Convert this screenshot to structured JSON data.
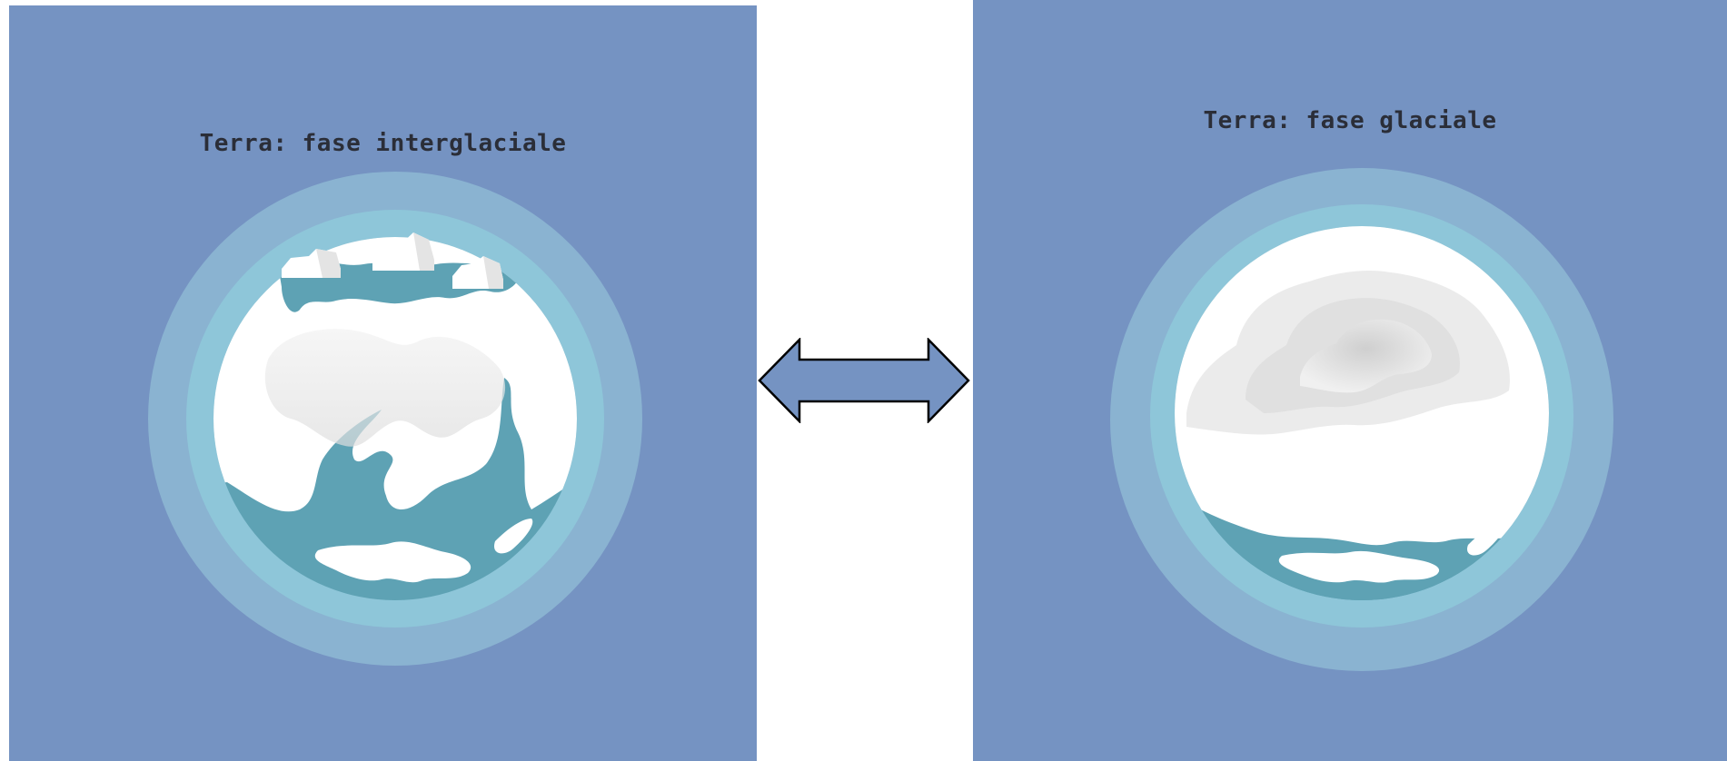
{
  "colors": {
    "panel_background": "#7593c2",
    "atmosphere_outer": "#8ab3d1",
    "atmosphere_inner": "#8ec6d9",
    "ocean": "#5ea2b4",
    "ice": "#ffffff",
    "ice_shade": "#dcdcdc",
    "arrow_fill": "#7593c2",
    "arrow_stroke": "#000000",
    "title_text": "#2b2e38"
  },
  "panels": [
    {
      "title": "Terra: fase interglaciale",
      "illustration": "earth-interglacial"
    },
    {
      "title": "Terra: fase glaciale",
      "illustration": "earth-glacial"
    }
  ],
  "connector": {
    "icon": "double-headed-arrow"
  }
}
